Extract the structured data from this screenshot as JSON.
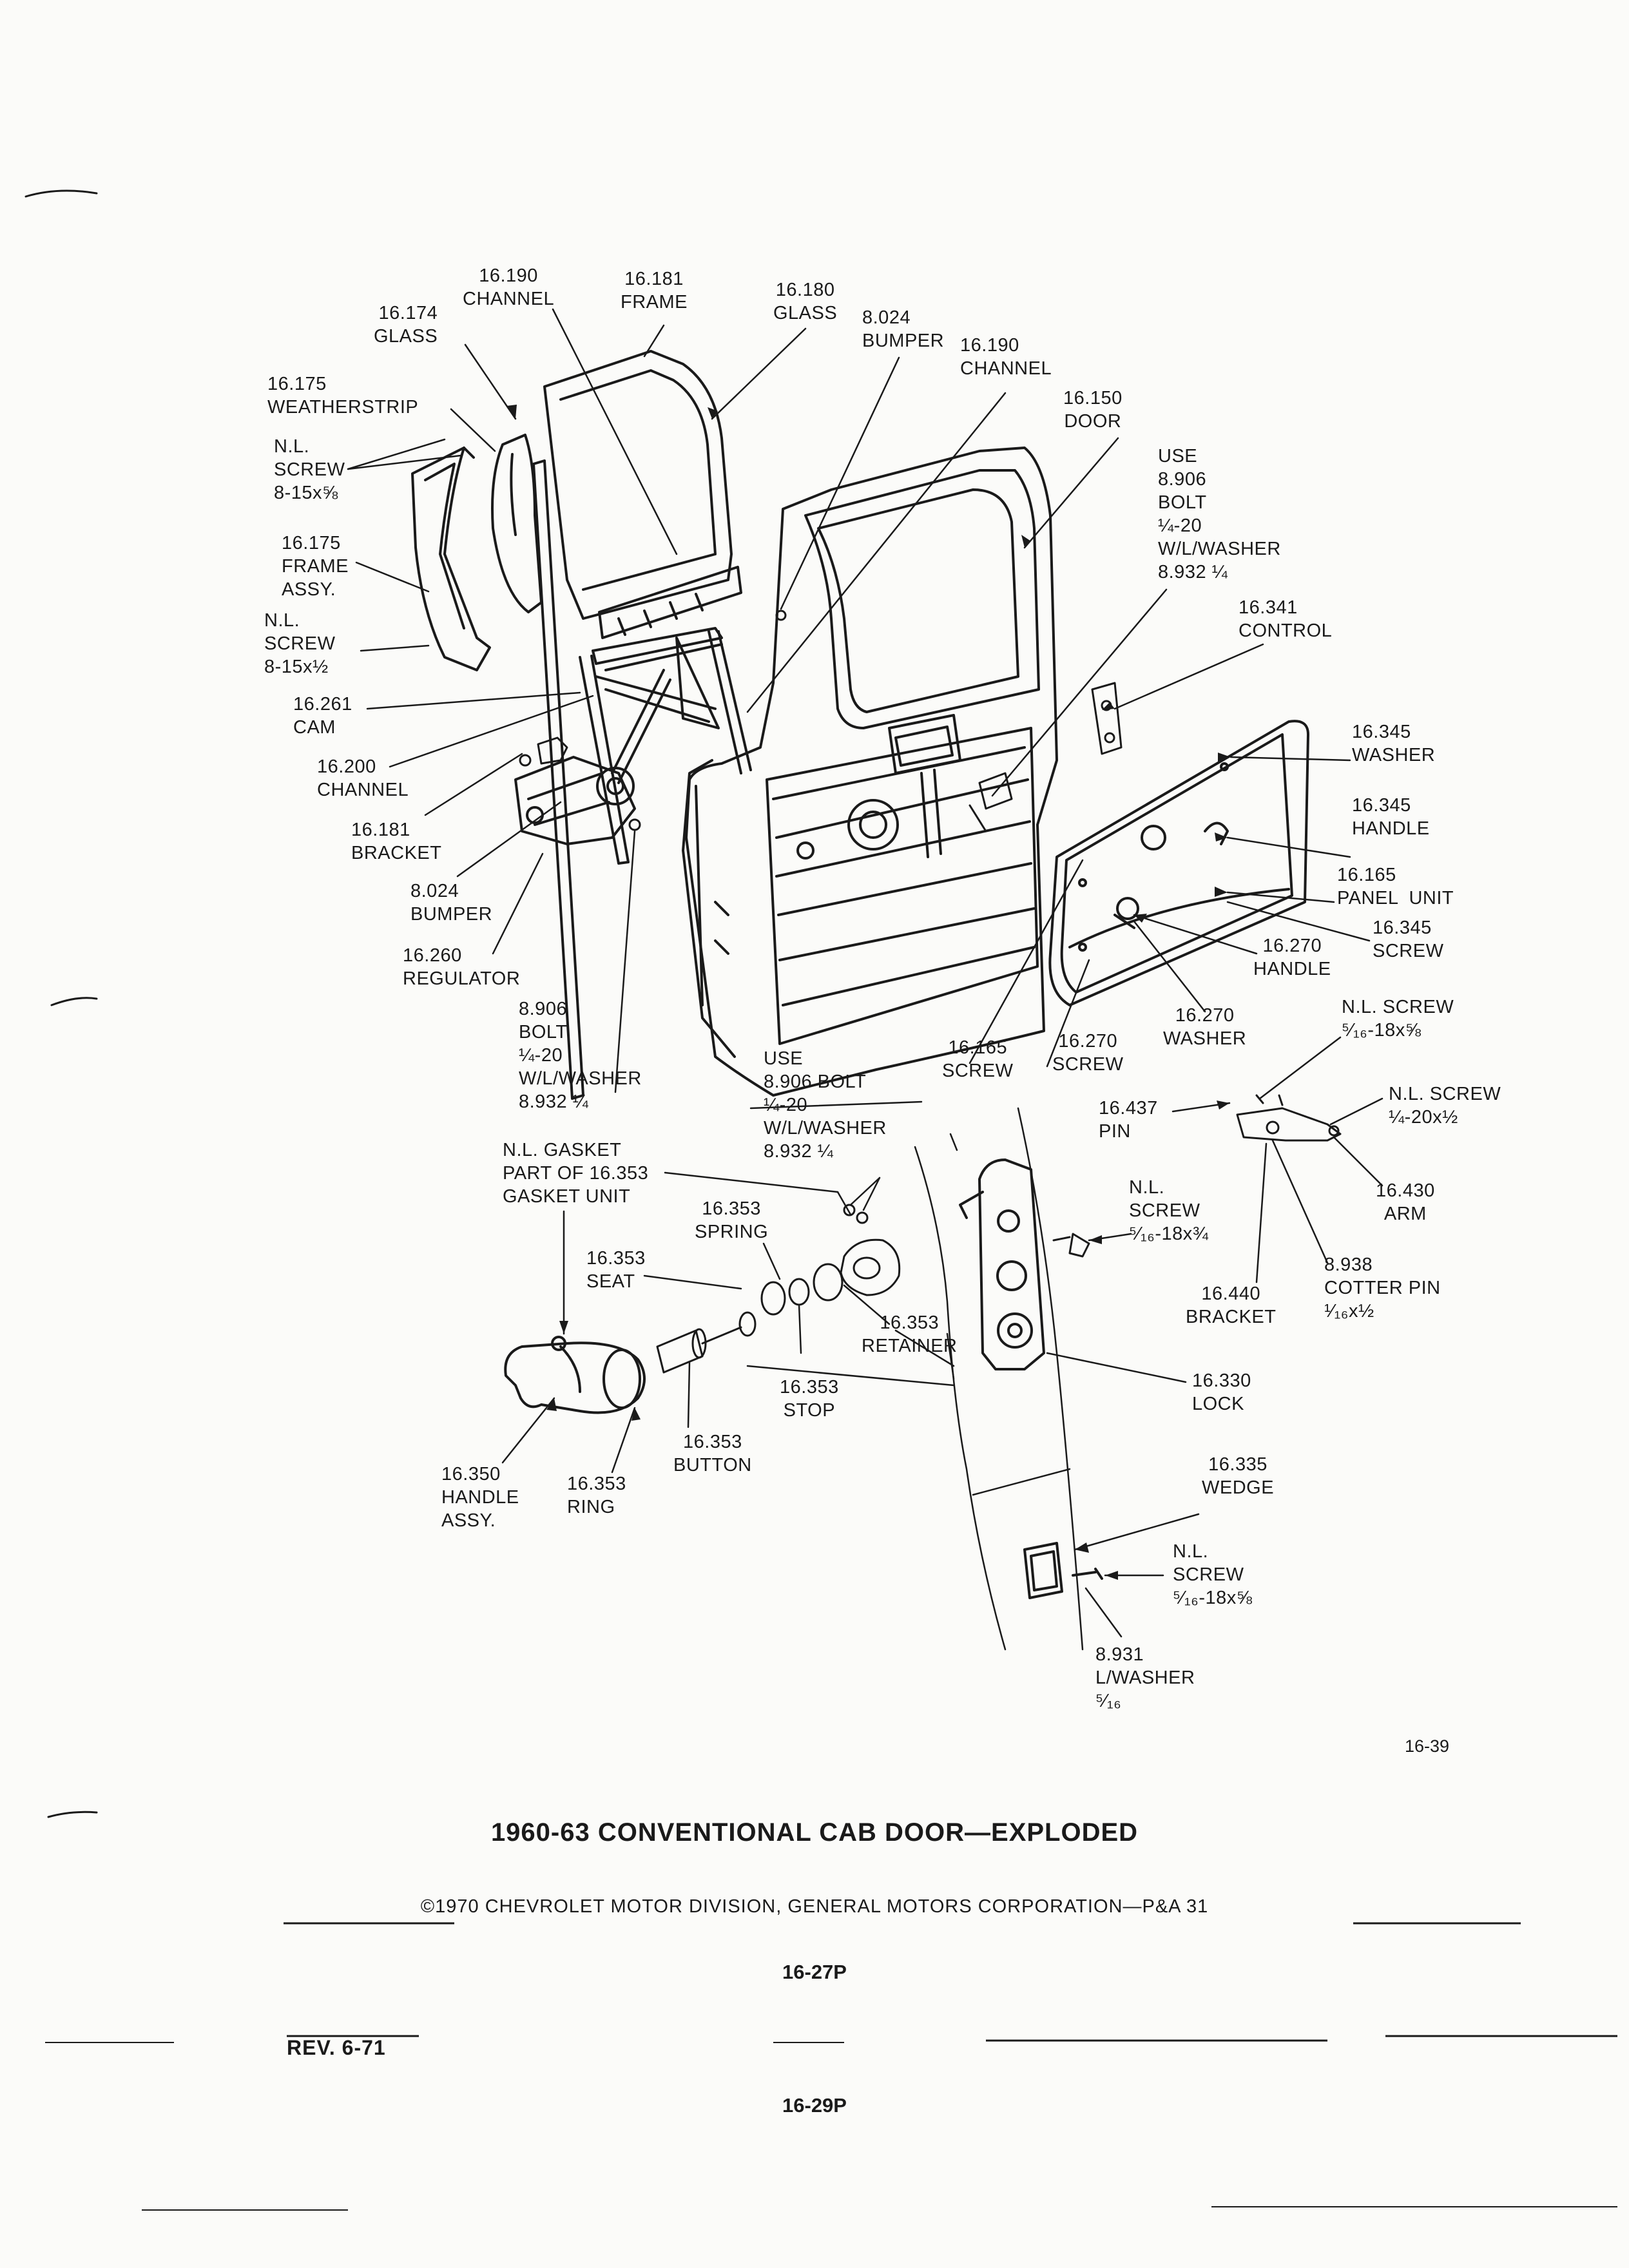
{
  "labels": {
    "channel_top": [
      "16.190",
      "CHANNEL"
    ],
    "frame_top": [
      "16.181",
      "FRAME"
    ],
    "glass_16174": [
      "16.174",
      "GLASS"
    ],
    "glass_16180": [
      "16.180",
      "GLASS"
    ],
    "bumper_top": [
      "8.024",
      "BUMPER"
    ],
    "channel_right": [
      "16.190",
      "CHANNEL"
    ],
    "door": [
      "16.150",
      "DOOR"
    ],
    "weatherstrip": [
      "16.175",
      "WEATHERSTRIP"
    ],
    "nl_screw_top": [
      "N.L.",
      "SCREW",
      "8-15x⅝"
    ],
    "frame_assy": [
      "16.175",
      "FRAME",
      "ASSY."
    ],
    "nl_screw_mid": [
      "N.L.",
      "SCREW",
      "8-15x½"
    ],
    "use_bolt_top": [
      "USE",
      "8.906",
      "BOLT",
      "¼-20",
      "W/L/WASHER",
      "8.932 ¼"
    ],
    "control": [
      "16.341",
      "CONTROL"
    ],
    "cam": [
      "16.261",
      "CAM"
    ],
    "channel_200": [
      "16.200",
      "CHANNEL"
    ],
    "bracket_181": [
      "16.181",
      "BRACKET"
    ],
    "bumper_mid": [
      "8.024",
      "BUMPER"
    ],
    "regulator": [
      "16.260",
      "REGULATOR"
    ],
    "washer_345": [
      "16.345",
      "WASHER"
    ],
    "handle_345": [
      "16.345",
      "HANDLE"
    ],
    "panel_unit": [
      "16.165",
      "PANEL  UNIT"
    ],
    "screw_345": [
      "16.345",
      "SCREW"
    ],
    "handle_270": [
      "16.270",
      "HANDLE"
    ],
    "bolt_left": [
      "8.906",
      "BOLT",
      "¼-20",
      "W/L/WASHER",
      "8.932 ¼"
    ],
    "washer_270": [
      "16.270",
      "WASHER"
    ],
    "screw_165": [
      "16.165",
      "SCREW"
    ],
    "screw_270": [
      "16.270",
      "SCREW"
    ],
    "nl_screw_right1": [
      "N.L. SCREW",
      "⁵⁄₁₆-18x⅝"
    ],
    "use_bolt_center": [
      "USE",
      "8.906 BOLT",
      "¼-20",
      "W/L/WASHER",
      "8.932 ¼"
    ],
    "pin": [
      "16.437",
      "PIN"
    ],
    "nl_screw_right2": [
      "N.L. SCREW",
      "¼-20x½"
    ],
    "gasket": [
      "N.L. GASKET",
      "PART OF 16.353",
      "GASKET UNIT"
    ],
    "spring": [
      "16.353",
      "SPRING"
    ],
    "nl_screw_center": [
      "N.L.",
      "SCREW",
      "⁵⁄₁₆-18x¾"
    ],
    "arm": [
      "16.430",
      "ARM"
    ],
    "seat": [
      "16.353",
      "SEAT"
    ],
    "retainer": [
      "16.353",
      "RETAINER"
    ],
    "cotter_pin": [
      "8.938",
      "COTTER PIN",
      "¹⁄₁₆x½"
    ],
    "bracket_440": [
      "16.440",
      "BRACKET"
    ],
    "stop": [
      "16.353",
      "STOP"
    ],
    "lock": [
      "16.330",
      "LOCK"
    ],
    "button": [
      "16.353",
      "BUTTON"
    ],
    "handle_assy": [
      "16.350",
      "HANDLE",
      "ASSY."
    ],
    "ring": [
      "16.353",
      "RING"
    ],
    "wedge": [
      "16.335",
      "WEDGE"
    ],
    "nl_screw_bottom": [
      "N.L.",
      "SCREW",
      "⁵⁄₁₆-18x⅝"
    ],
    "lwasher": [
      "8.931",
      "L/WASHER",
      "⁵⁄₁₆"
    ]
  },
  "figure_number": "16-39",
  "title": "1960-63 CONVENTIONAL CAB DOOR—EXPLODED",
  "copyright": "©1970 CHEVROLET MOTOR DIVISION, GENERAL MOTORS CORPORATION—P&A 31",
  "page_number_1": "16-27P",
  "revision": "REV. 6-71",
  "page_number_2": "16-29P"
}
